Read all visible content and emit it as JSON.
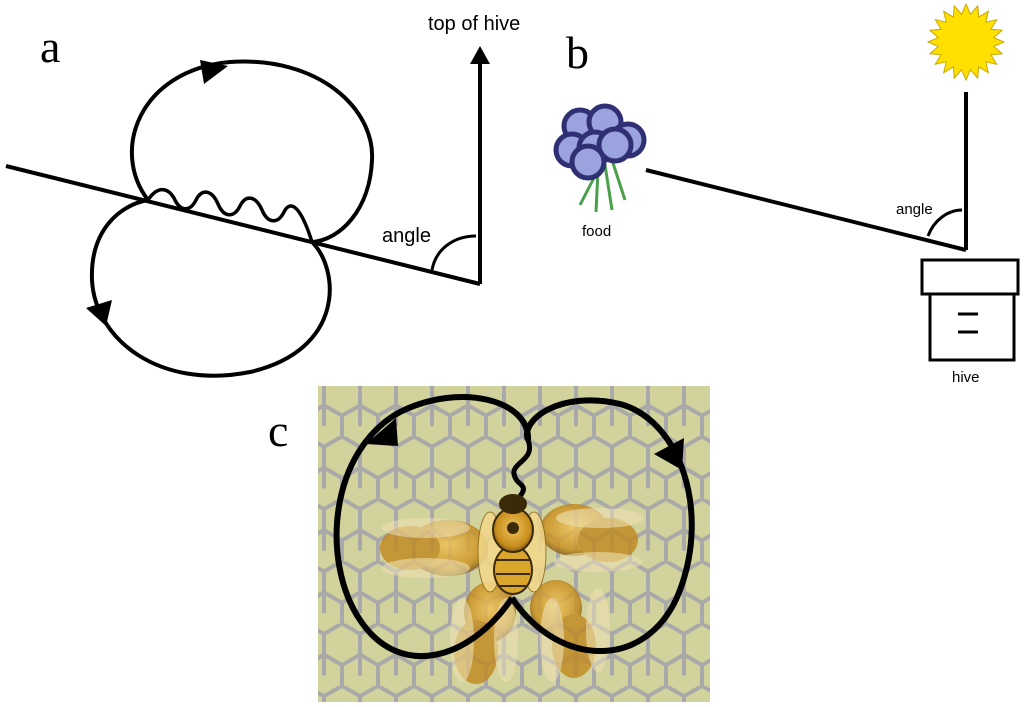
{
  "panels": {
    "a": {
      "letter": "a",
      "top_label": "top of hive",
      "angle_label": "angle"
    },
    "b": {
      "letter": "b",
      "food_label": "food",
      "angle_label": "angle",
      "hive_label": "hive",
      "colors": {
        "sun": "#ffe000",
        "flower": "#9aa3dd",
        "flower_outline": "#2f2f73",
        "stem": "#4aa04a"
      }
    },
    "c": {
      "letter": "c",
      "colors": {
        "comb_bg": "#d2d29c",
        "comb_lines": "#a9a9a9",
        "bee_body": "#d9a52a"
      }
    }
  }
}
